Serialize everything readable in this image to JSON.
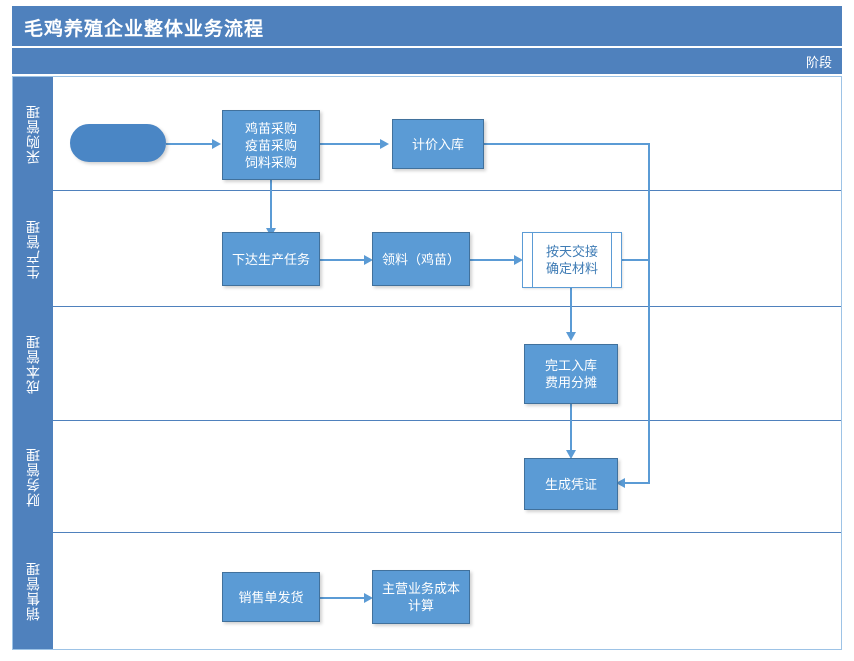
{
  "header": {
    "title": "毛鸡养殖企业整体业务流程",
    "stage_label": "阶段",
    "title_bg": "#4f81bd"
  },
  "theme": {
    "node_fill": "#5b9bd5",
    "node_border": "#41719c",
    "start_fill": "#4a86c5",
    "connector": "#9dc3e6",
    "connector_strong": "#5b9bd5",
    "lane_header_bg": "#4f81bd",
    "pool_border": "#9dc3e6",
    "text_on_node": "#ffffff",
    "predef_text": "#3f7cb5"
  },
  "lanes": [
    {
      "id": "purchasing",
      "label": "采购管理"
    },
    {
      "id": "production",
      "label": "生产管理"
    },
    {
      "id": "cost",
      "label": "成本管理"
    },
    {
      "id": "finance",
      "label": "财务管理"
    },
    {
      "id": "sales",
      "label": "销售管理"
    }
  ],
  "nodes": {
    "start": {
      "label": "",
      "shape": "rounded-pill",
      "lane": "purchasing"
    },
    "procurement": {
      "label": "鸡苗采购\n疫苗采购\n饲料采购",
      "shape": "process",
      "lane": "purchasing"
    },
    "valuation_in": {
      "label": "计价入库",
      "shape": "process",
      "lane": "purchasing"
    },
    "issue_task": {
      "label": "下达生产任务",
      "shape": "process",
      "lane": "production"
    },
    "material_req": {
      "label": "领料（鸡苗）",
      "shape": "process",
      "lane": "production"
    },
    "daily_handover": {
      "label": "按天交接\n确定材料",
      "shape": "predefined-process",
      "lane": "production"
    },
    "finish_in": {
      "label": "完工入库\n费用分摊",
      "shape": "process",
      "lane": "cost"
    },
    "make_voucher": {
      "label": "生成凭证",
      "shape": "process",
      "lane": "finance"
    },
    "sales_delivery": {
      "label": "销售单发货",
      "shape": "process",
      "lane": "sales"
    },
    "main_cost_calc": {
      "label": "主营业务成本\n计算",
      "shape": "process",
      "lane": "sales"
    }
  },
  "edges": [
    {
      "from": "start",
      "to": "procurement"
    },
    {
      "from": "procurement",
      "to": "valuation_in"
    },
    {
      "from": "procurement",
      "to": "issue_task"
    },
    {
      "from": "valuation_in",
      "to": "make_voucher"
    },
    {
      "from": "issue_task",
      "to": "material_req"
    },
    {
      "from": "material_req",
      "to": "daily_handover"
    },
    {
      "from": "daily_handover",
      "to": "finish_in"
    },
    {
      "from": "daily_handover",
      "to": "make_voucher"
    },
    {
      "from": "finish_in",
      "to": "make_voucher"
    },
    {
      "from": "sales_delivery",
      "to": "main_cost_calc"
    }
  ]
}
